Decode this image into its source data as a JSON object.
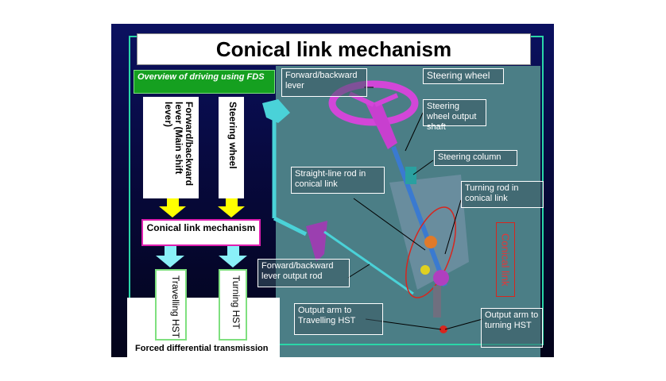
{
  "title": "Conical link mechanism",
  "overview": "Overview of  driving using FDS",
  "left_inputs": {
    "lever": "Forward/backward lever (Main shift lever)",
    "wheel": "Steering wheel"
  },
  "conical_box": "Conical link mechanism",
  "outputs": {
    "travel": "Travelling HST",
    "turning": "Turning HST"
  },
  "footer": "Forced differential transmission",
  "callouts": {
    "fb_lever": "Forward/backward lever",
    "steering_wheel": "Steering wheel",
    "wheel_shaft": "Steering wheel output shaft",
    "column": "Steering column",
    "straight_rod": "Straight-line rod in conical link",
    "turning_rod": "Turning rod in conical link",
    "fb_output_rod": "Forward/backward lever output rod",
    "arm_travel": "Output arm to Travelling HST",
    "arm_turning": "Output arm to turning HST",
    "conical_link": "Conical link"
  },
  "colors": {
    "frame": "#2ad6a8",
    "highlight": "#e01fb0",
    "arrow_yellow": "#ffff00",
    "arrow_cyan": "#8af0f8",
    "red_label": "#d7261e"
  }
}
